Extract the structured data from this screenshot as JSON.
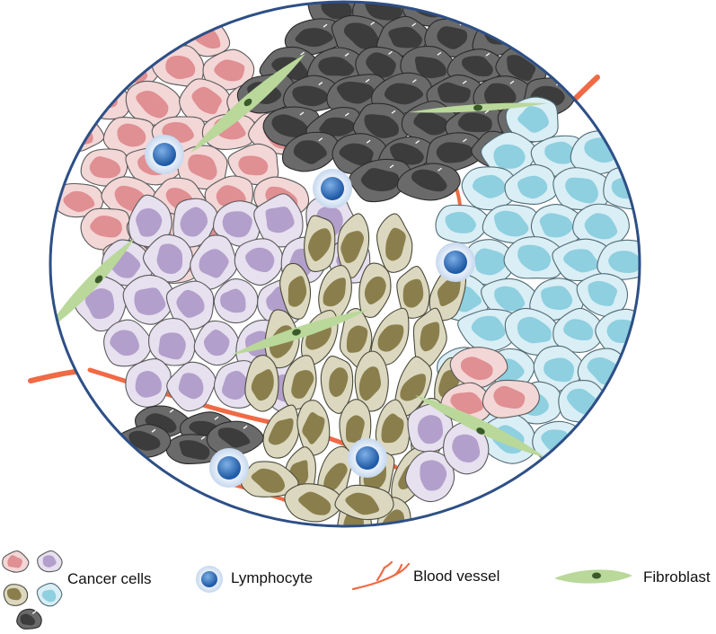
{
  "legend": {
    "cancer_cells_label": "Cancer cells",
    "lymphocyte_label": "Lymphocyte",
    "blood_vessel_label": "Blood vessel",
    "fibroblast_label": "Fibroblast"
  },
  "colors": {
    "pink_cell": "#f3d6d6",
    "pink_nucleus": "#e08f92",
    "purple_cell": "#e6e0ef",
    "purple_nucleus": "#b39fcb",
    "olive_cell": "#dcd8c0",
    "olive_nucleus": "#8a7f4c",
    "blue_cell": "#d9eef5",
    "blue_nucleus": "#8ecfe0",
    "dark_cell": "#6a6a6a",
    "dark_nucleus": "#3c3c3c",
    "lymphocyte": "#2f6db3",
    "lymphocyte_halo": "#d8e6f5",
    "blood_vessel": "#ef6a45",
    "fibroblast": "#b9d89a",
    "fibroblast_nucleus": "#3b5a2a",
    "tissue_outline": "#2d4f86"
  },
  "icons": [
    "cancer-cell-icon",
    "lymphocyte-icon",
    "blood-vessel-icon",
    "fibroblast-icon"
  ]
}
